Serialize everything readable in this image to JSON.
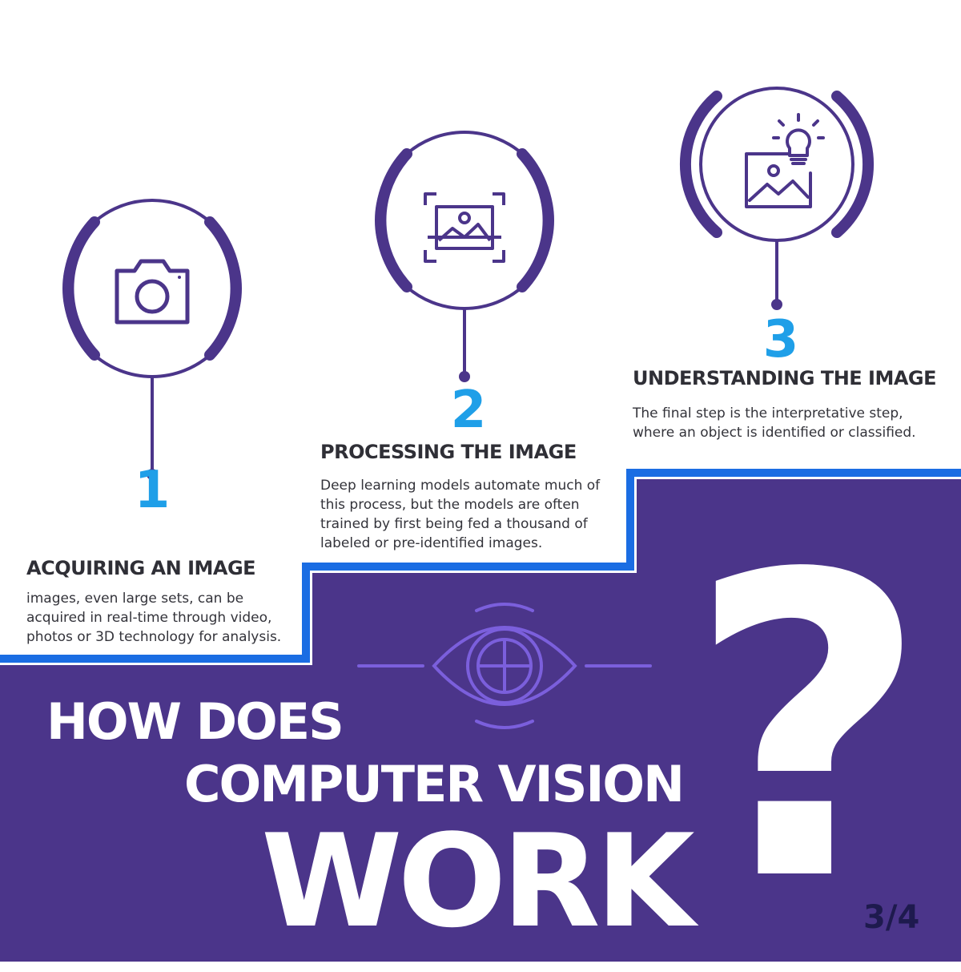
{
  "colors": {
    "purple": "#4b358a",
    "deep_purple": "#56389a",
    "blue": "#1f9fe8",
    "bright_blue": "#1a6de3",
    "white": "#ffffff",
    "text_dark": "#2f2f36",
    "eye_stroke": "#7b5fdc"
  },
  "steps": [
    {
      "number": "1",
      "title": "ACQUIRING AN IMAGE",
      "description": "images, even large sets, can be acquired in real-time through video, photos or 3D technology for analysis.",
      "icon": "camera-icon"
    },
    {
      "number": "2",
      "title": "PROCESSING THE IMAGE",
      "description": "Deep learning models automate much of this process, but the models are often trained by first being fed a thousand of labeled or pre-identified images.",
      "icon": "image-scan-icon"
    },
    {
      "number": "3",
      "title": "UNDERSTANDING THE IMAGE",
      "description": "The final step is the interpretative step, where an object is identified or classified.",
      "icon": "image-lightbulb-icon"
    }
  ],
  "headline": {
    "line1": "HOW DOES",
    "line2": "COMPUTER VISION",
    "line3": "WORK",
    "question_mark": "?"
  },
  "center_icon": "eye-target-icon",
  "page_indicator": "3/4"
}
